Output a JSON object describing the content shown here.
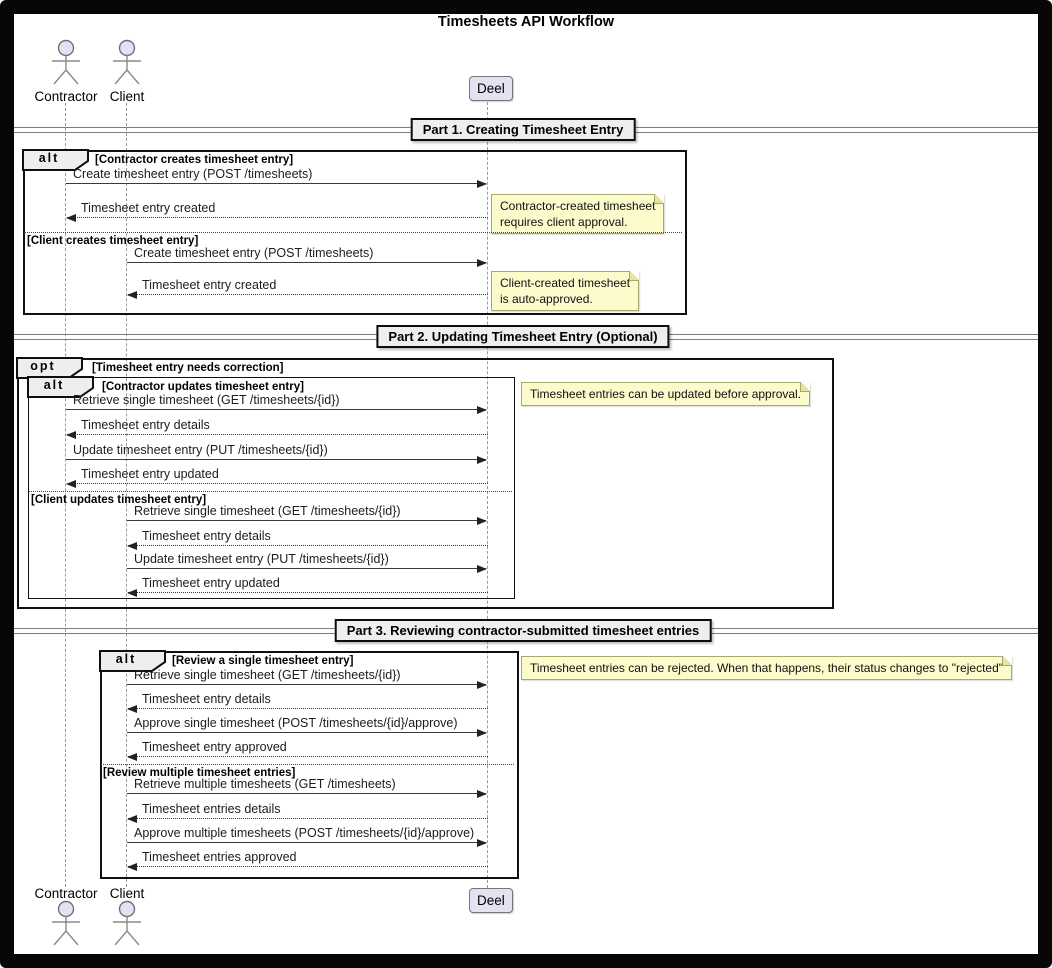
{
  "title": "Timesheets API Workflow",
  "actors": {
    "contractor": "Contractor",
    "client": "Client"
  },
  "participants": {
    "deel": "Deel"
  },
  "keywords": {
    "alt": "alt",
    "opt": "opt"
  },
  "colors": {
    "note_bg": "#FBFBCC",
    "participant_fill": "#E2E2F0",
    "divider_label_bg": "#EEEEEE"
  },
  "part1": {
    "divider": "Part 1. Creating Timesheet Entry",
    "contractor_branch": {
      "condition": "[Contractor creates timesheet entry]",
      "request": "Create timesheet entry (POST /timesheets)",
      "response": "Timesheet entry created",
      "note": "Contractor-created timesheet\nrequires client approval."
    },
    "client_branch": {
      "condition": "[Client creates timesheet entry]",
      "request": "Create timesheet entry (POST /timesheets)",
      "response": "Timesheet entry created",
      "note": "Client-created timesheet\nis auto-approved."
    }
  },
  "part2": {
    "divider": "Part 2. Updating Timesheet Entry (Optional)",
    "opt_condition": "[Timesheet entry needs correction]",
    "note": "Timesheet entries can be updated before approval.",
    "contractor_branch": {
      "condition": "[Contractor updates timesheet entry]",
      "retrieve_request": "Retrieve single timesheet (GET /timesheets/{id})",
      "retrieve_response": "Timesheet entry details",
      "update_request": "Update timesheet entry (PUT /timesheets/{id})",
      "update_response": "Timesheet entry updated"
    },
    "client_branch": {
      "condition": "[Client updates timesheet entry]",
      "retrieve_request": "Retrieve single timesheet (GET /timesheets/{id})",
      "retrieve_response": "Timesheet entry details",
      "update_request": "Update timesheet entry (PUT /timesheets/{id})",
      "update_response": "Timesheet entry updated"
    }
  },
  "part3": {
    "divider": "Part 3. Reviewing contractor-submitted timesheet entries",
    "note": "Timesheet entries can be rejected. When that happens, their status changes to \"rejected\"",
    "single_branch": {
      "condition": "[Review a single timesheet entry]",
      "retrieve_request": "Retrieve single timesheet (GET /timesheets/{id})",
      "retrieve_response": "Timesheet entry details",
      "approve_request": "Approve single timesheet (POST /timesheets/{id}/approve)",
      "approve_response": "Timesheet entry approved"
    },
    "multiple_branch": {
      "condition": "[Review multiple timesheet entries]",
      "retrieve_request": "Retrieve multiple timesheets (GET /timesheets)",
      "retrieve_response": "Timesheet entries details",
      "approve_request": "Approve multiple timesheets (POST /timesheets/{id}/approve)",
      "approve_response": "Timesheet entries approved"
    }
  }
}
